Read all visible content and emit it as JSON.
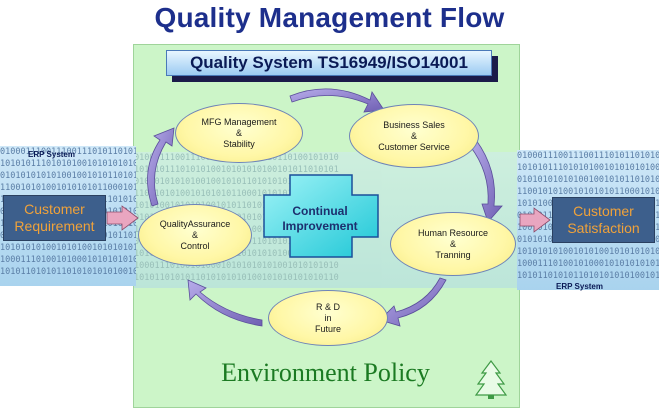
{
  "title": "Quality Management Flow",
  "banner": "Quality System TS16949/ISO14001",
  "erp": {
    "left_label": "ERP System",
    "right_label": "ERP System",
    "binary_rows": [
      "0100011100111001110101101010110100101010",
      "1010101110101010010101010100101011010101",
      "0101010101010010010101101010101010100101",
      "1100101010010101010110001010101010101011",
      "1010100101010100101011010101010010101010",
      "0101011010101010101001010101011010100101",
      "1001010101001010101010100101001010110101",
      "0101010010101001010101011010101010100101",
      "1010101010010101001010101010100101010101",
      "1000111010010100010101010101001010101010",
      "1010110101011010101010100101010101010110"
    ]
  },
  "customer": {
    "requirement": [
      "Customer",
      "Requirement"
    ],
    "satisfaction": [
      "Customer",
      "Satisfaction"
    ]
  },
  "nodes": {
    "mfg": [
      "MFG Management",
      "&",
      "Stability"
    ],
    "business": [
      "Business Sales",
      "&",
      "Customer Service"
    ],
    "qa": [
      "QualityAssurance",
      "&",
      "Control"
    ],
    "hr": [
      "Human Resource",
      "&",
      "Tranning"
    ],
    "rd": [
      "R & D",
      "in",
      "Future"
    ]
  },
  "center": [
    "Continual",
    "Improvement"
  ],
  "footer": "Environment Policy",
  "colors": {
    "title": "#1d2f8c",
    "panel": "#ccf5c8",
    "cross": "#33d6e0",
    "ellipse_fill": "#fff7a6",
    "ellipse_border": "#6f84b8",
    "cycle_arrow": "#8c7ec8",
    "customer_box": "#3d5f8c",
    "customer_text": "#f0a23a",
    "footer": "#1b7a22"
  },
  "icons": {
    "tree": "pine-tree-icon",
    "cycle": "curved-arrow-icon"
  }
}
